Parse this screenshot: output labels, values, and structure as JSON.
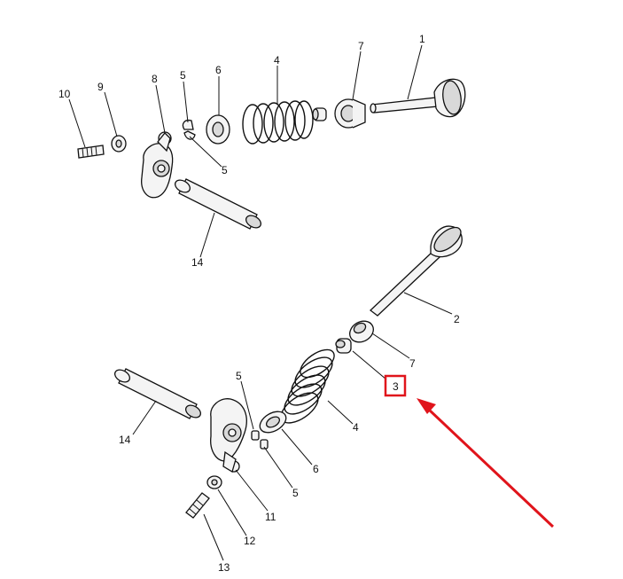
{
  "diagram": {
    "highlight_color": "#e0141b",
    "highlighted_part": "3",
    "callouts": {
      "upper": {
        "c1": "1",
        "c4": "4",
        "c5a": "5",
        "c5b": "5",
        "c6": "6",
        "c7": "7",
        "c8": "8",
        "c9": "9",
        "c10": "10",
        "c14": "14"
      },
      "lower": {
        "c2": "2",
        "c3": "3",
        "c4": "4",
        "c5a": "5",
        "c5b": "5",
        "c6": "6",
        "c7": "7",
        "c11": "11",
        "c12": "12",
        "c13": "13",
        "c14": "14"
      }
    }
  }
}
